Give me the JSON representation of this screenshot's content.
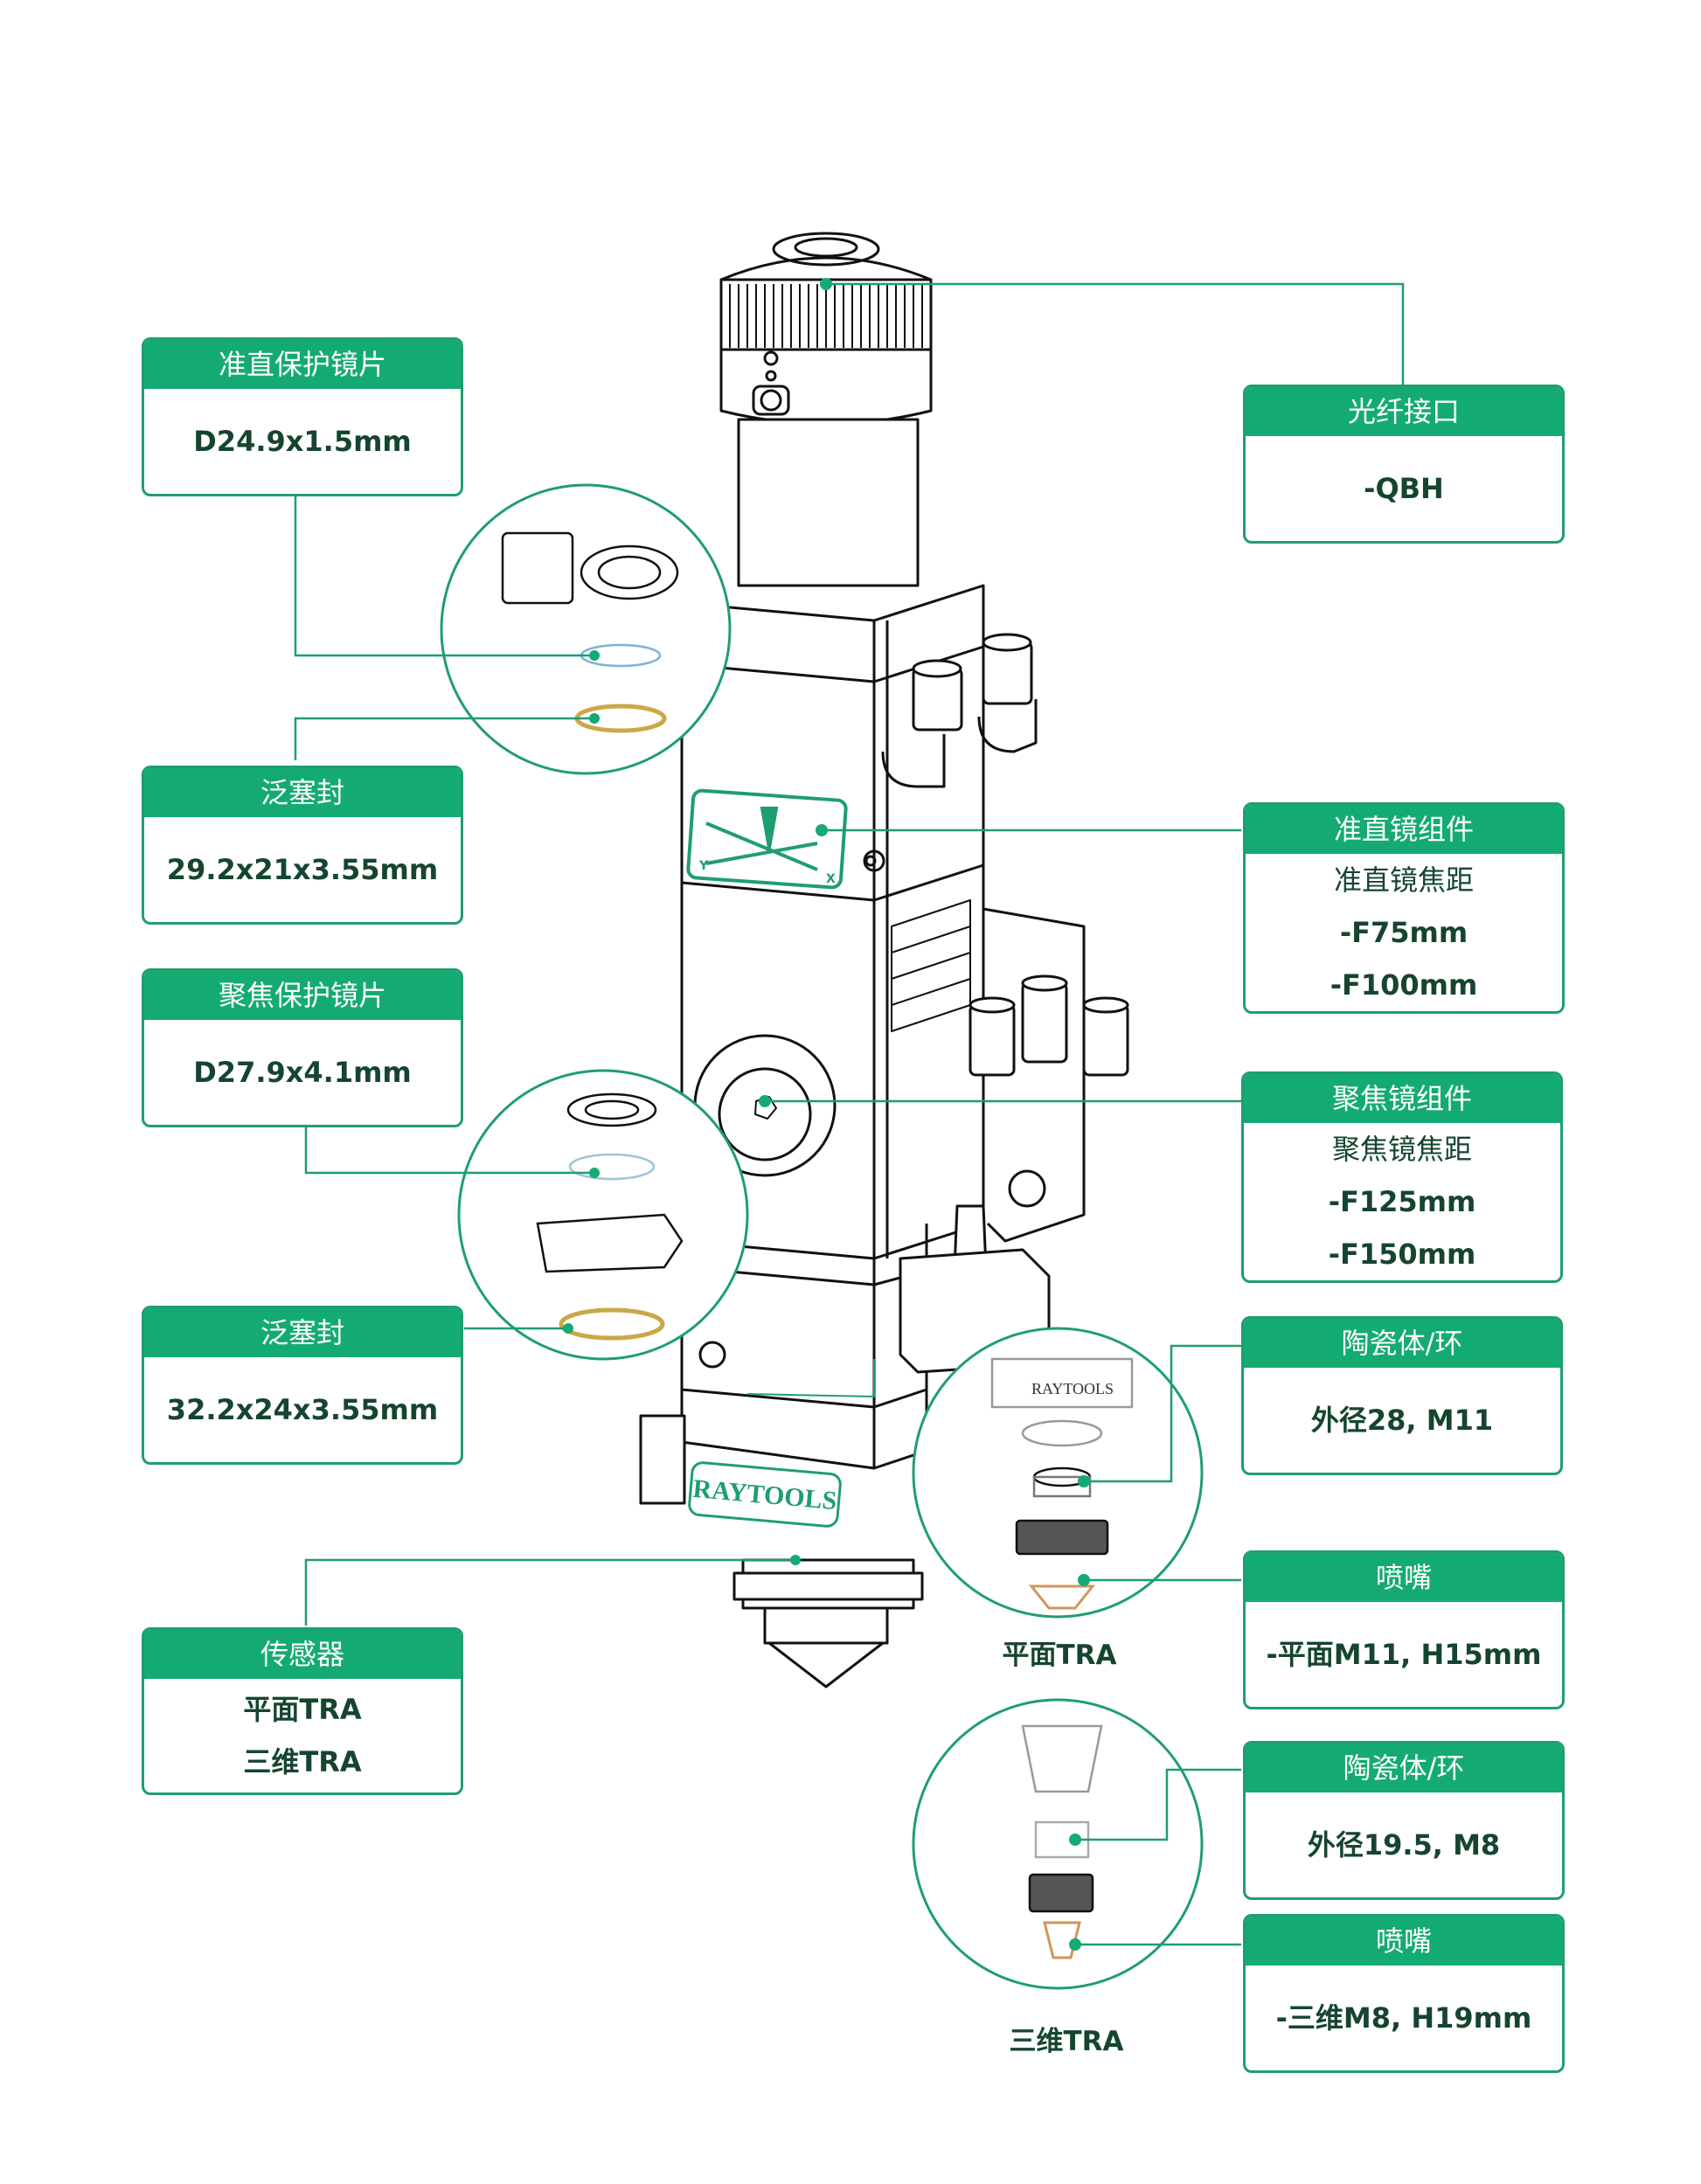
{
  "diagram": {
    "title": "RAYTOOLS cutting head component diagram",
    "accent_color": "#14ab72",
    "line_color": "#1f9e6e",
    "text_color": "#16452f",
    "brand_label": "RAYTOOLS",
    "axis_labels": {
      "x": "X",
      "y": "Y"
    }
  },
  "callouts": {
    "collimator_window": {
      "title": "准直保护镜片",
      "lines": [
        "D24.9x1.5mm"
      ]
    },
    "fiber_interface": {
      "title": "光纤接口",
      "lines": [
        "-QBH"
      ]
    },
    "seal_upper": {
      "title": "泛塞封",
      "lines": [
        "29.2x21x3.55mm"
      ]
    },
    "collimator_assembly": {
      "title": "准直镜组件",
      "lines": [
        "准直镜焦距",
        "-F75mm",
        "-F100mm"
      ]
    },
    "focus_window": {
      "title": "聚焦保护镜片",
      "lines": [
        "D27.9x4.1mm"
      ]
    },
    "focus_assembly": {
      "title": "聚焦镜组件",
      "lines": [
        "聚焦镜焦距",
        "-F125mm",
        "-F150mm"
      ]
    },
    "seal_lower": {
      "title": "泛塞封",
      "lines": [
        "32.2x24x3.55mm"
      ]
    },
    "ceramic_flat": {
      "title": "陶瓷体/环",
      "lines": [
        "外径28, M11"
      ]
    },
    "nozzle_flat": {
      "title": "喷嘴",
      "lines": [
        "-平面M11, H15mm"
      ]
    },
    "sensor": {
      "title": "传感器",
      "lines": [
        "平面TRA",
        "三维TRA"
      ]
    },
    "ceramic_3d": {
      "title": "陶瓷体/环",
      "lines": [
        "外径19.5, M8"
      ]
    },
    "nozzle_3d": {
      "title": "喷嘴",
      "lines": [
        "-三维M8, H19mm"
      ]
    }
  },
  "captions": {
    "flat_detail": "平面TRA",
    "3d_detail": "三维TRA"
  }
}
